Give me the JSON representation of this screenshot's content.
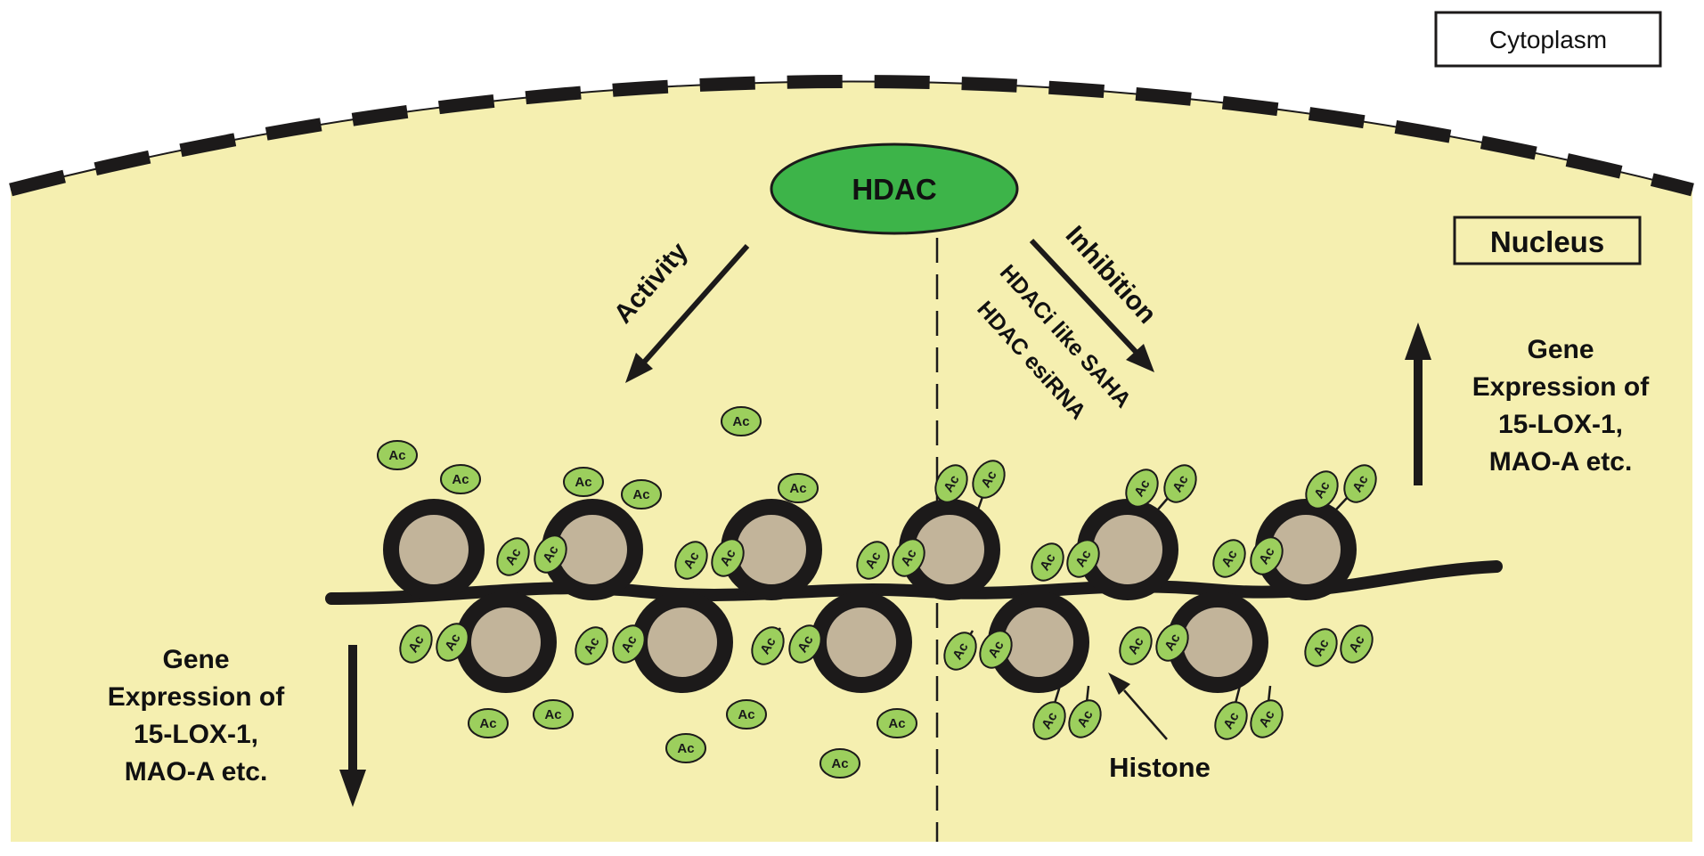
{
  "labels": {
    "cytoplasm": "Cytoplasm",
    "nucleus": "Nucleus",
    "hdac": "HDAC",
    "activity": "Activity",
    "inhibition": "Inhibition",
    "inhibitor_line1": "HDACi like SAHA",
    "inhibitor_line2": "HDAC esiRNA",
    "histone": "Histone",
    "acetyl": "Ac",
    "gene_expression_left": [
      "Gene",
      "Expression of",
      "15-LOX-1,",
      "MAO-A etc."
    ],
    "gene_expression_right": [
      "Gene",
      "Expression of",
      "15-LOX-1,",
      "MAO-A etc."
    ]
  },
  "colors": {
    "nucleus_fill": "#f5efb0",
    "hdac_fill": "#3db449",
    "acetyl_fill": "#9ccf5d",
    "histone_core": "#c2b49a",
    "histone_ring": "#1c1a1a",
    "dna": "#1c1a1a"
  }
}
